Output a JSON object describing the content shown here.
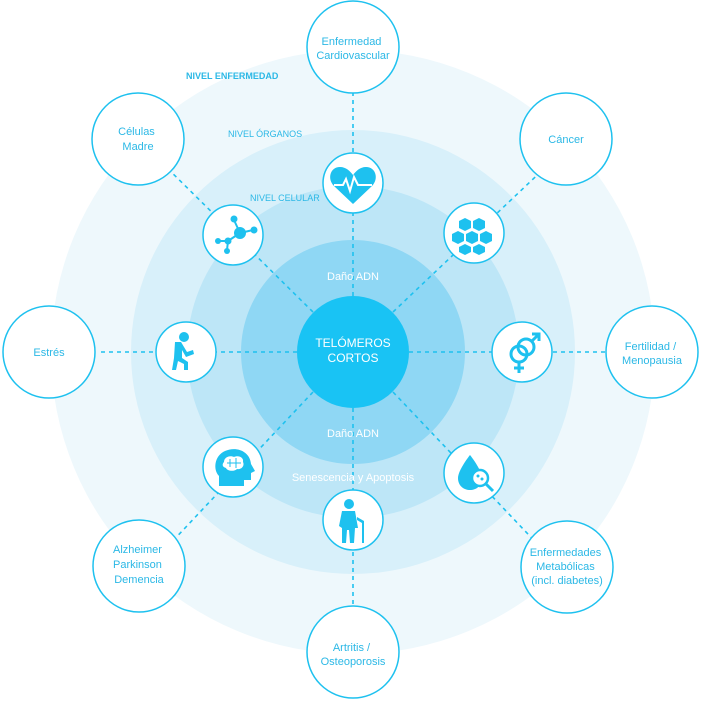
{
  "levels": {
    "disease": "NIVEL ENFERMEDAD",
    "organs": "NIVEL ÓRGANOS",
    "cellular": "NIVEL CELULAR"
  },
  "center": {
    "line1": "TELÓMEROS",
    "line2": "CORTOS"
  },
  "inner_labels": {
    "dna_top": "Daño ADN",
    "dna_bottom": "Daño ADN",
    "senescence": "Senescencia y Apoptosis"
  },
  "outer_nodes": {
    "cardio": [
      "Enfermedad",
      "Cardiovascular"
    ],
    "cancer": [
      "Cáncer"
    ],
    "fertility": [
      "Fertilidad /",
      "Menopausia"
    ],
    "metabolic": [
      "Enfermedades",
      "Metabólicas",
      "(incl. diabetes)"
    ],
    "arthritis": [
      "Artritis /",
      "Osteoporosis"
    ],
    "alzheimer": [
      "Alzheimer",
      "Parkinson",
      "Demencia"
    ],
    "stress": [
      "Estrés"
    ],
    "stem": [
      "Células",
      "Madre"
    ]
  },
  "icons": {
    "cardio": "heart-pulse-icon",
    "cancer": "hexagon-cells-icon",
    "fertility": "gender-symbols-icon",
    "metabolic": "blood-drop-magnifier-icon",
    "arthritis": "elderly-cane-icon",
    "alzheimer": "brain-head-icon",
    "stress": "stressed-person-icon",
    "stem": "molecule-icon"
  },
  "colors": {
    "accent": "#1ec1ef",
    "ring_outer": "#eef8fc",
    "ring_2": "#d8f0fa",
    "ring_3": "#bde6f7",
    "ring_4": "#8fd7f4",
    "ring_5": "#4dcaf2",
    "core": "#19c3f4",
    "text": "#2bb8e6"
  }
}
